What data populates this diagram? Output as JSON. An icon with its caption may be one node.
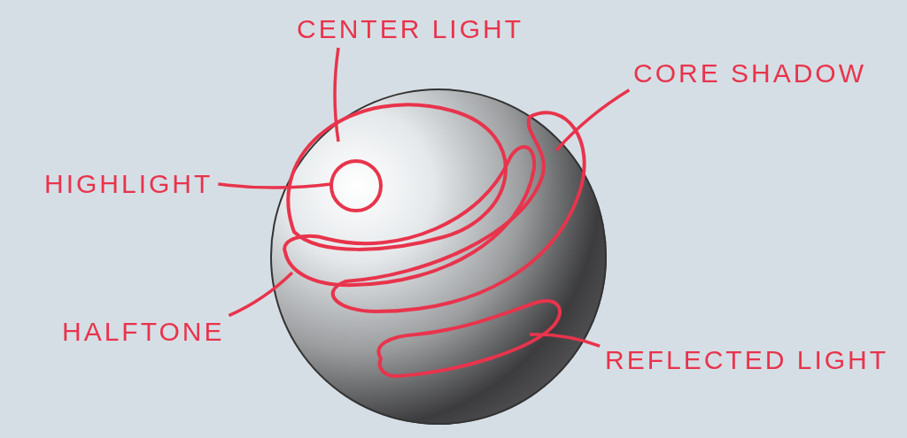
{
  "diagram": {
    "nodes": [
      {
        "text": [],
        "shape": "picture"
      },
      {
        "text": [
          "CENTER LIGHT"
        ]
      },
      {
        "text": [],
        "shape": "band",
        "in": 0
      },
      {
        "text": [
          "HIGHLIGHT"
        ]
      },
      {
        "text": [],
        "shape": "circle",
        "in": 2
      },
      {
        "text": [
          "CORE SHADOW"
        ]
      },
      {
        "text": [],
        "shape": "band",
        "in": 0
      },
      {
        "text": [
          "HALFTONE"
        ]
      },
      {
        "text": [],
        "shape": "band",
        "in": 0
      },
      {
        "text": [
          "REFLECTED LIGHT"
        ]
      },
      {
        "text": [],
        "shape": "band",
        "in": 0
      }
    ],
    "edges": [
      {
        "from": 1,
        "to": 2,
        "arrow": "none"
      },
      {
        "from": 3,
        "to": 4,
        "arrow": "none"
      },
      {
        "from": 5,
        "to": 6,
        "arrow": "none"
      },
      {
        "from": 7,
        "to": 8,
        "arrow": "none"
      },
      {
        "from": 9,
        "to": 10,
        "arrow": "none"
      }
    ]
  }
}
